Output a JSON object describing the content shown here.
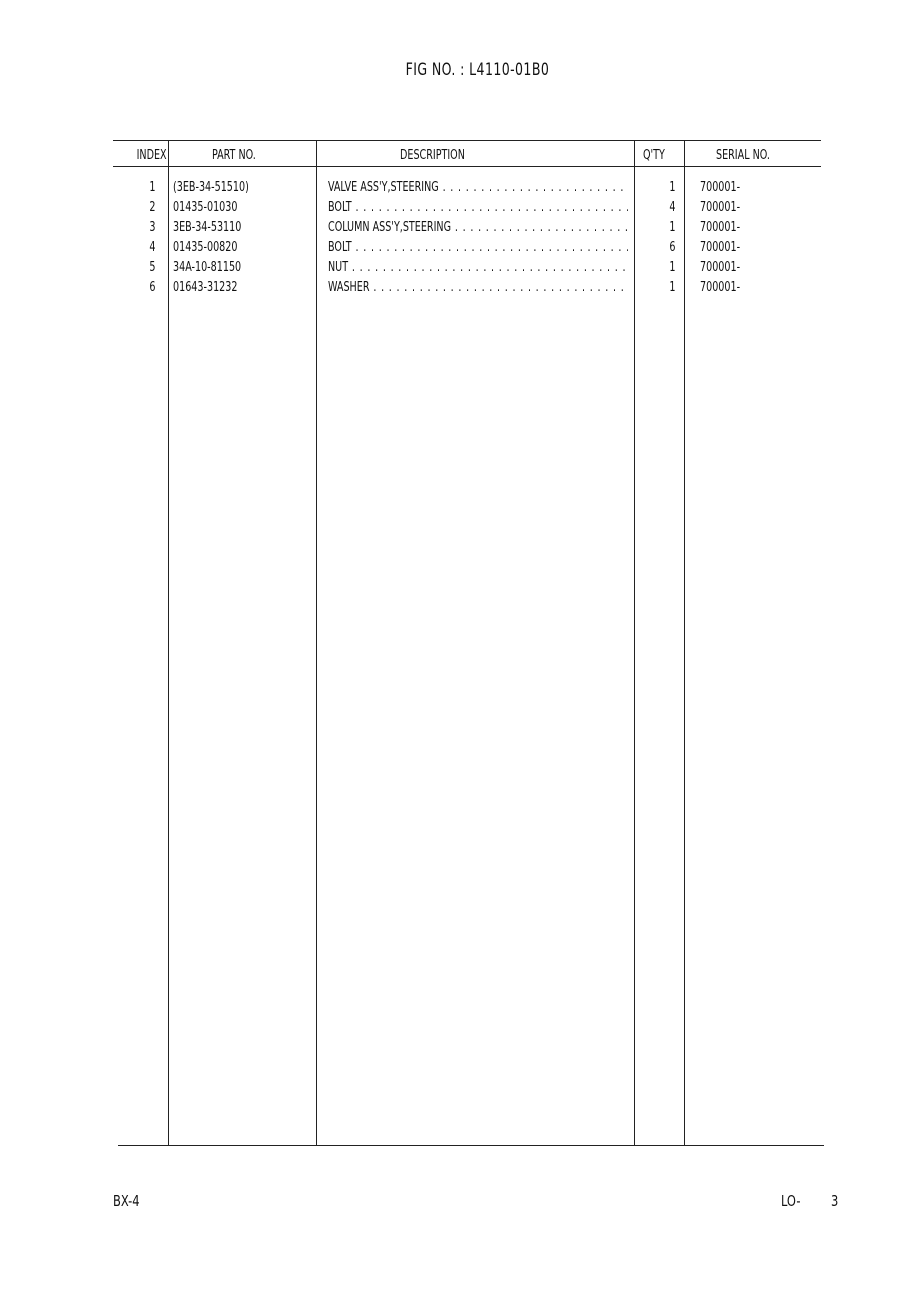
{
  "document": {
    "fig_label": "FIG NO. : L4110-01B0"
  },
  "table": {
    "headers": {
      "index": "INDEX",
      "part_no": "PART NO.",
      "description": "DESCRIPTION",
      "qty": "Q'TY",
      "serial_no": "SERIAL NO."
    },
    "rows": [
      {
        "index": "1",
        "part_no": "(3EB-34-51510)",
        "description": "VALVE ASS'Y,STEERING",
        "qty": "1",
        "serial_no": "700001-"
      },
      {
        "index": "2",
        "part_no": "01435-01030",
        "description": "BOLT",
        "qty": "4",
        "serial_no": "700001-"
      },
      {
        "index": "3",
        "part_no": "3EB-34-53110",
        "description": "COLUMN ASS'Y,STEERING",
        "qty": "1",
        "serial_no": "700001-"
      },
      {
        "index": "4",
        "part_no": "01435-00820",
        "description": "BOLT",
        "qty": "6",
        "serial_no": "700001-"
      },
      {
        "index": "5",
        "part_no": "34A-10-81150",
        "description": "NUT",
        "qty": "1",
        "serial_no": "700001-"
      },
      {
        "index": "6",
        "part_no": "01643-31232",
        "description": "WASHER",
        "qty": "1",
        "serial_no": "700001-"
      }
    ]
  },
  "footer": {
    "left": "BX-4",
    "right_prefix": "LO-",
    "page_number": "3"
  }
}
